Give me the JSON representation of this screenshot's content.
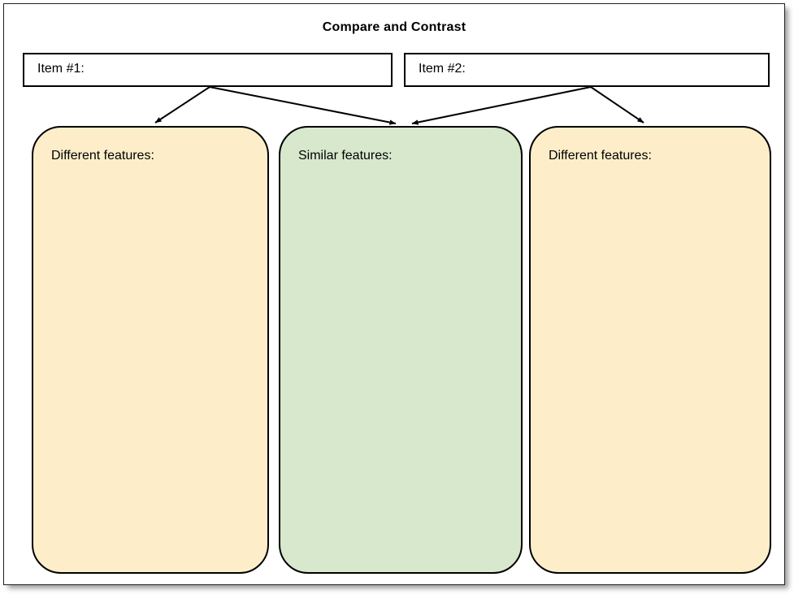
{
  "page": {
    "title": "Compare and Contrast",
    "background_color": "#ffffff",
    "border_color": "#231f20"
  },
  "items": [
    {
      "label": "Item #1:",
      "value": "",
      "placeholder": ""
    },
    {
      "label": "Item #2:",
      "value": "",
      "placeholder": ""
    }
  ],
  "panels": [
    {
      "label": "Different features:",
      "value": "",
      "fill_color": "#fdeec9",
      "stroke_color": "#000000",
      "kind": "different-left"
    },
    {
      "label": "Similar features:",
      "value": "",
      "fill_color": "#d7e8cd",
      "stroke_color": "#000000",
      "kind": "similar"
    },
    {
      "label": "Different features:",
      "value": "",
      "fill_color": "#fdeec9",
      "stroke_color": "#000000",
      "kind": "different-right"
    }
  ],
  "connectors": {
    "stroke_color": "#000000",
    "arrows": [
      {
        "from": "Item #1:",
        "to": "Different features: (left)"
      },
      {
        "from": "Item #1:",
        "to": "Similar features:"
      },
      {
        "from": "Item #2:",
        "to": "Similar features:"
      },
      {
        "from": "Item #2:",
        "to": "Different features: (right)"
      }
    ]
  }
}
